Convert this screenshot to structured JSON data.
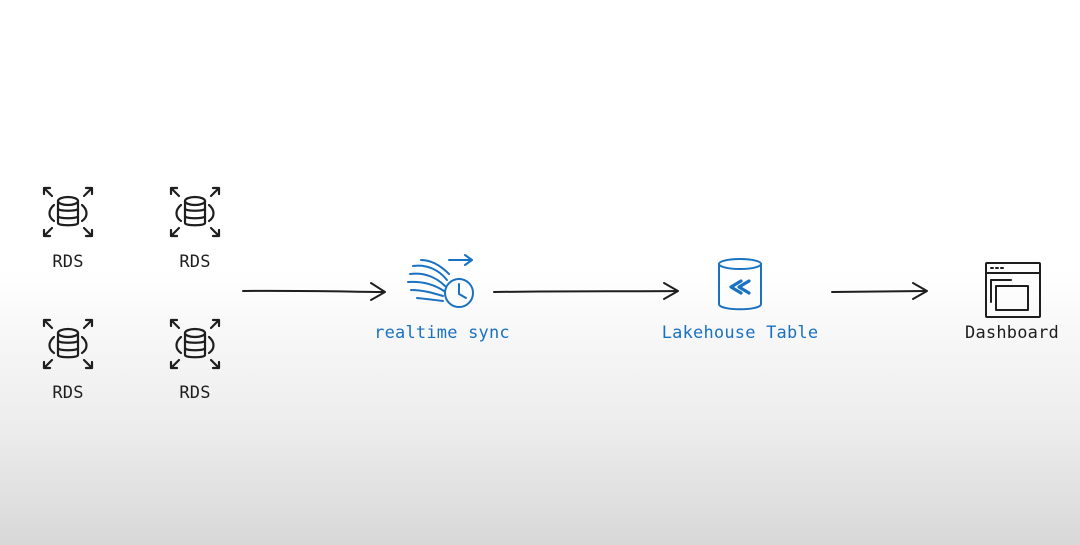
{
  "diagram": {
    "sources": [
      {
        "label": "RDS",
        "icon": "rds-database-icon"
      },
      {
        "label": "RDS",
        "icon": "rds-database-icon"
      },
      {
        "label": "RDS",
        "icon": "rds-database-icon"
      },
      {
        "label": "RDS",
        "icon": "rds-database-icon"
      }
    ],
    "sync": {
      "label": "realtime sync",
      "icon": "realtime-sync-icon"
    },
    "lakehouse": {
      "label": "Lakehouse Table",
      "icon": "lakehouse-table-icon"
    },
    "dashboard": {
      "label": "Dashboard",
      "icon": "dashboard-icon"
    },
    "colors": {
      "ink": "#1e1e1e",
      "accent": "#1971c2"
    }
  }
}
